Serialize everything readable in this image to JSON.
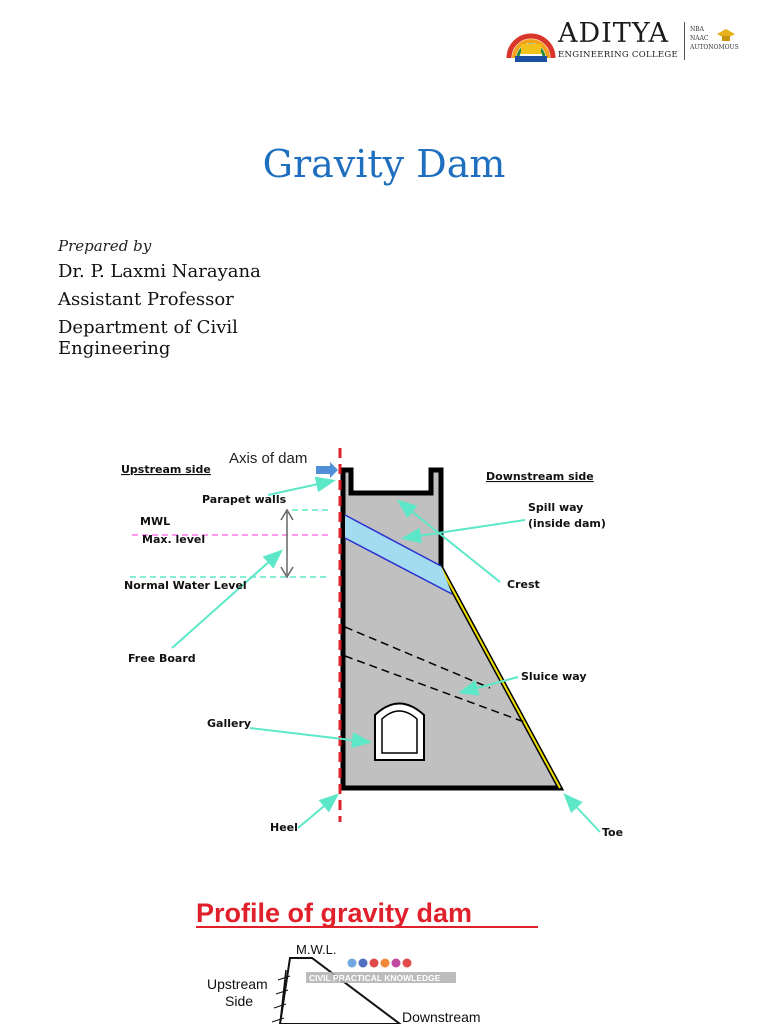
{
  "header": {
    "college_name": "ADITYA",
    "college_subtitle": "ENGINEERING COLLEGE",
    "accreditation": [
      "NBA",
      "NAAC",
      "AUTONOMOUS"
    ]
  },
  "slide": {
    "title": "Gravity Dam",
    "prepared_by": "Prepared by",
    "author_name": "Dr. P. Laxmi Narayana",
    "author_designation": "Assistant Professor",
    "author_department": "Department of Civil Engineering"
  },
  "diagram": {
    "axis_of_dam": "Axis of dam",
    "upstream_side": "Upstream side",
    "downstream_side": "Downstream side",
    "parapet_walls": "Parapet walls",
    "mwl": "MWL",
    "max_level": "Max. level",
    "normal_water_level": "Normal Water Level",
    "free_board": "Free Board",
    "spill_way_line1": "Spill way",
    "spill_way_line2": "(inside dam)",
    "crest": "Crest",
    "sluice_way": "Sluice way",
    "gallery": "Gallery",
    "heel": "Heel",
    "toe": "Toe"
  },
  "profile": {
    "heading": "Profile of gravity dam",
    "mwl": "M.W.L.",
    "watermark": "CIVIL PRACTICAL KNOWLEDGE",
    "upstream_line1": "Upstream",
    "upstream_line2": "Side",
    "downstream": "Downstream"
  },
  "colors": {
    "title": "#1f6fc0",
    "dam_fill": "#c0c0c0",
    "spillway": "#a3dbf0",
    "pointer": "#5ce8c8",
    "axis_line": "#e0202a",
    "profile_heading": "#e0202a"
  }
}
